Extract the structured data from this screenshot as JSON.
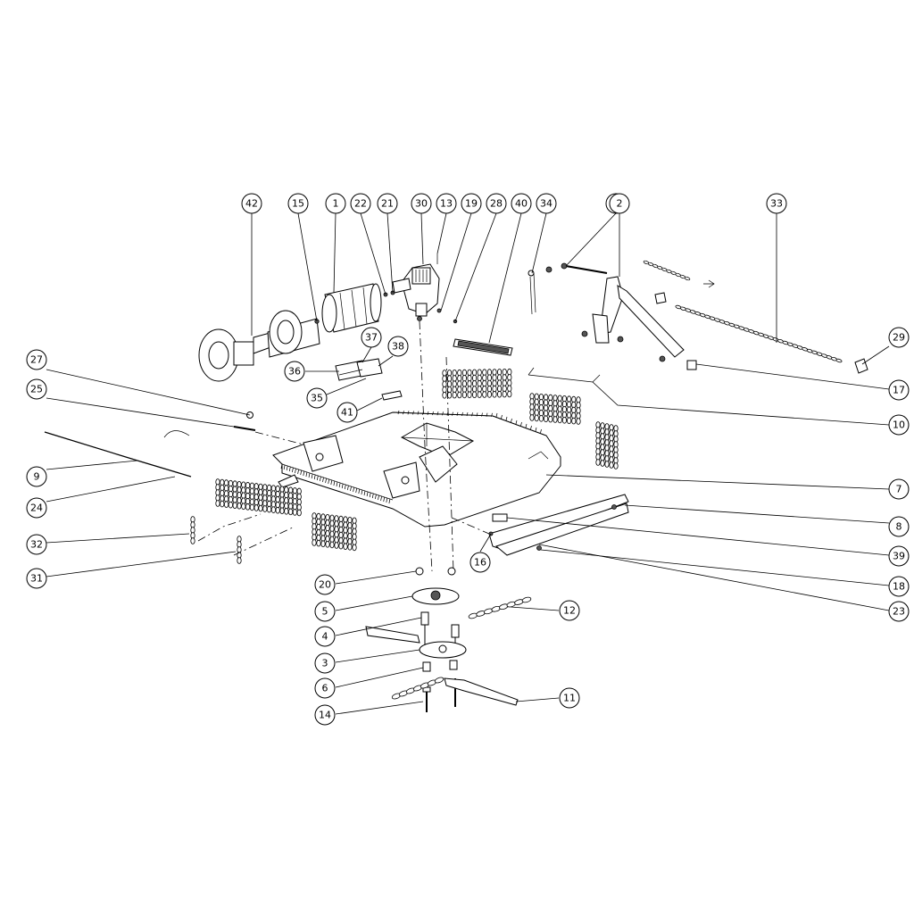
{
  "colors": {
    "line": "#000000",
    "background": "#ffffff",
    "shade": "#555555"
  },
  "callouts": [
    {
      "id": "42",
      "label": "42"
    },
    {
      "id": "15",
      "label": "15"
    },
    {
      "id": "1",
      "label": "1"
    },
    {
      "id": "22",
      "label": "22"
    },
    {
      "id": "21",
      "label": "21"
    },
    {
      "id": "30",
      "label": "30"
    },
    {
      "id": "13",
      "label": "13"
    },
    {
      "id": "19",
      "label": "19"
    },
    {
      "id": "28",
      "label": "28"
    },
    {
      "id": "40",
      "label": "40"
    },
    {
      "id": "34",
      "label": "34"
    },
    {
      "id": "26",
      "label": "26"
    },
    {
      "id": "2",
      "label": "2"
    },
    {
      "id": "33",
      "label": "33"
    },
    {
      "id": "29",
      "label": "29"
    },
    {
      "id": "17",
      "label": "17"
    },
    {
      "id": "10",
      "label": "10"
    },
    {
      "id": "37",
      "label": "37"
    },
    {
      "id": "38",
      "label": "38"
    },
    {
      "id": "36",
      "label": "36"
    },
    {
      "id": "35",
      "label": "35"
    },
    {
      "id": "41",
      "label": "41"
    },
    {
      "id": "27",
      "label": "27"
    },
    {
      "id": "25",
      "label": "25"
    },
    {
      "id": "9",
      "label": "9"
    },
    {
      "id": "24",
      "label": "24"
    },
    {
      "id": "32",
      "label": "32"
    },
    {
      "id": "31",
      "label": "31"
    },
    {
      "id": "7",
      "label": "7"
    },
    {
      "id": "8",
      "label": "8"
    },
    {
      "id": "39",
      "label": "39"
    },
    {
      "id": "18",
      "label": "18"
    },
    {
      "id": "23",
      "label": "23"
    },
    {
      "id": "16",
      "label": "16"
    },
    {
      "id": "20",
      "label": "20"
    },
    {
      "id": "5",
      "label": "5"
    },
    {
      "id": "4",
      "label": "4"
    },
    {
      "id": "3",
      "label": "3"
    },
    {
      "id": "6",
      "label": "6"
    },
    {
      "id": "14",
      "label": "14"
    },
    {
      "id": "12",
      "label": "12"
    },
    {
      "id": "11",
      "label": "11"
    }
  ]
}
